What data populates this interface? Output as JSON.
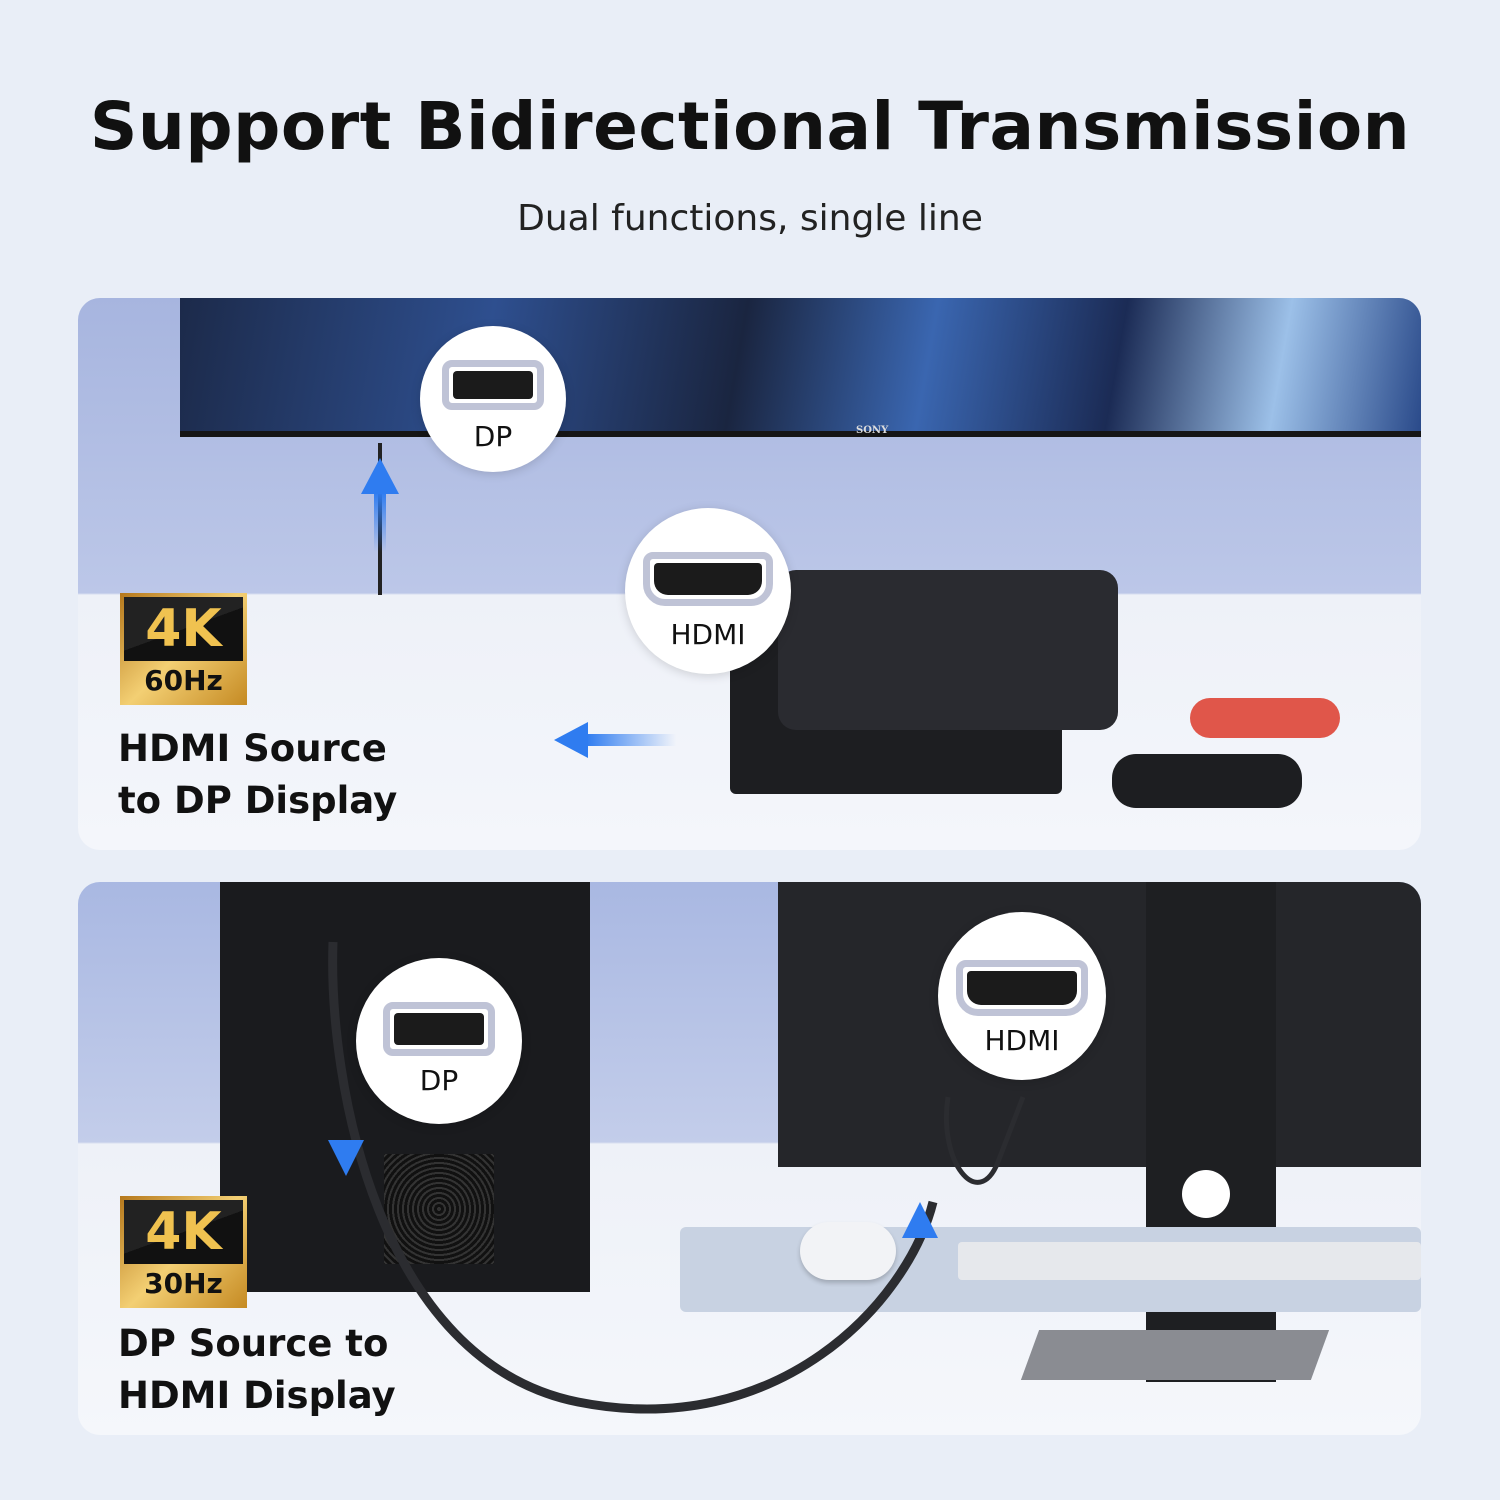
{
  "header": {
    "title": "Support Bidirectional Transmission",
    "subtitle": "Dual functions, single line"
  },
  "panel_top": {
    "tv_brand": "SONY",
    "callout_display_port": "DP",
    "callout_source_port": "HDMI",
    "badge": {
      "resolution": "4K",
      "refresh": "60Hz"
    },
    "caption_line1": "HDMI Source",
    "caption_line2": "to DP Display"
  },
  "panel_bottom": {
    "callout_source_port": "DP",
    "callout_display_port": "HDMI",
    "badge": {
      "resolution": "4K",
      "refresh": "30Hz"
    },
    "caption_line1": "DP Source to",
    "caption_line2": "HDMI Display"
  },
  "colors": {
    "background": "#e9eef7",
    "accent_blue": "#2f7cf0",
    "badge_gold": "#e3b04b"
  }
}
